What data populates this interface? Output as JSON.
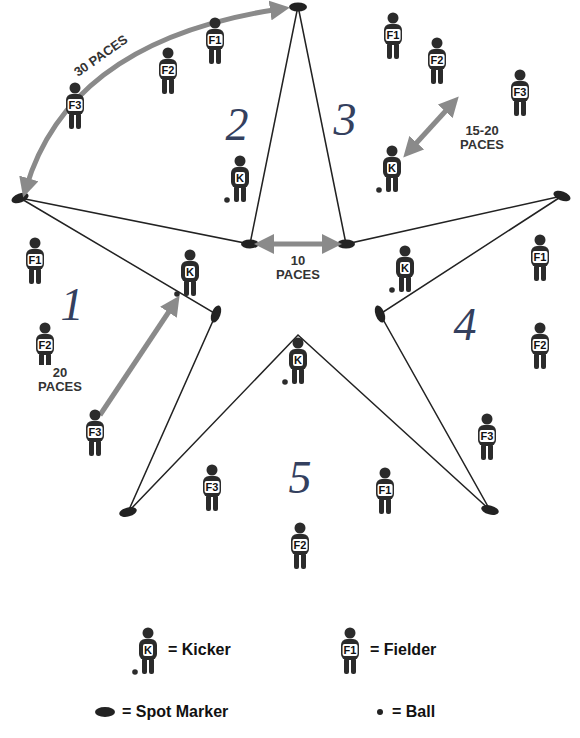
{
  "diagram": {
    "labels": [
      "30 PACES",
      "F1",
      "F2",
      "F3",
      "2",
      "K",
      "F1",
      "F2",
      "3",
      "F3",
      "K",
      "15-20 PACES",
      "10 PACES",
      "F1",
      "K",
      "1",
      "F2",
      "20 PACES",
      "F3",
      "K",
      "F1",
      "4",
      "F2",
      "F3",
      "K",
      "5",
      "F3",
      "F2",
      "F1",
      "K",
      "F1"
    ],
    "legend": [
      {
        "text": "= Kicker"
      },
      {
        "text": "= Fielder"
      },
      {
        "text": "= Spot Marker"
      },
      {
        "text": "= Ball"
      }
    ]
  }
}
